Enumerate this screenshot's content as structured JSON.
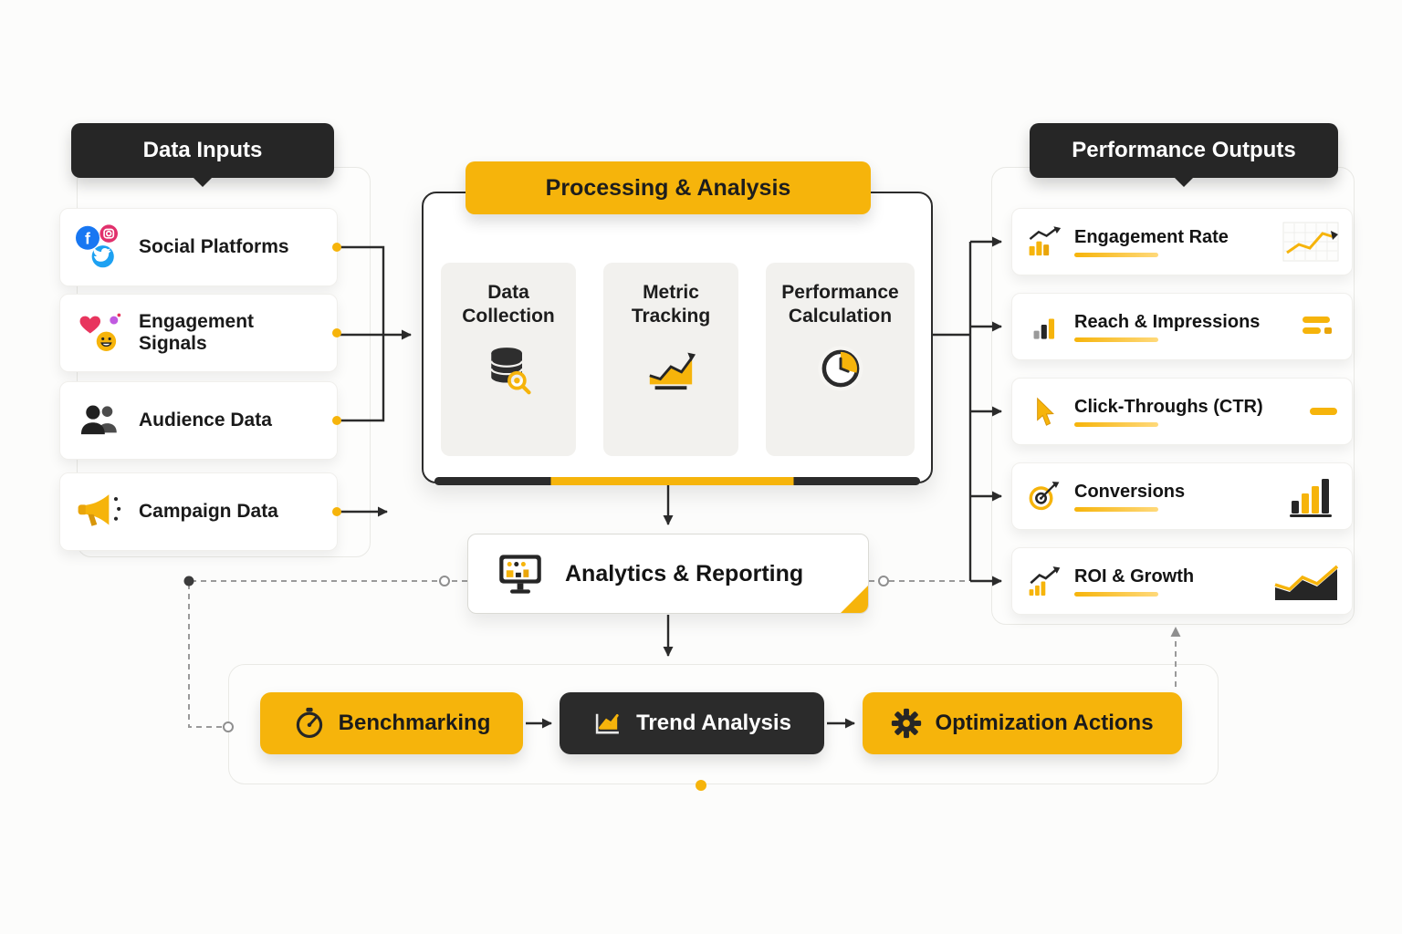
{
  "colors": {
    "accent": "#F6B40B",
    "dark": "#262626"
  },
  "inputs": {
    "header": "Data Inputs",
    "items": [
      {
        "label": "Social Platforms",
        "icon": "social-platforms-icon"
      },
      {
        "label": "Engagement Signals",
        "icon": "engagement-signals-icon"
      },
      {
        "label": "Audience Data",
        "icon": "audience-people-icon"
      },
      {
        "label": "Campaign Data",
        "icon": "megaphone-icon"
      }
    ]
  },
  "processing": {
    "header": "Processing & Analysis",
    "steps": [
      {
        "label": "Data Collection",
        "icon": "database-icon"
      },
      {
        "label": "Metric Tracking",
        "icon": "line-chart-icon"
      },
      {
        "label": "Performance Calculation",
        "icon": "pie-chart-icon"
      }
    ]
  },
  "analytics": {
    "label": "Analytics & Reporting",
    "icon": "monitor-icon"
  },
  "outputs": {
    "header": "Performance Outputs",
    "items": [
      {
        "label": "Engagement Rate",
        "icon": "bar-chart-up-icon"
      },
      {
        "label": "Reach & Impressions",
        "icon": "bar-chart-icon"
      },
      {
        "label": "Click-Throughs (CTR)",
        "icon": "cursor-icon"
      },
      {
        "label": "Conversions",
        "icon": "target-icon"
      },
      {
        "label": "ROI & Growth",
        "icon": "growth-arrow-icon"
      }
    ]
  },
  "actions": {
    "benchmarking": {
      "label": "Benchmarking",
      "icon": "gauge-icon"
    },
    "trend_analysis": {
      "label": "Trend Analysis",
      "icon": "trend-chart-icon"
    },
    "optimization": {
      "label": "Optimization Actions",
      "icon": "gear-icon"
    }
  }
}
